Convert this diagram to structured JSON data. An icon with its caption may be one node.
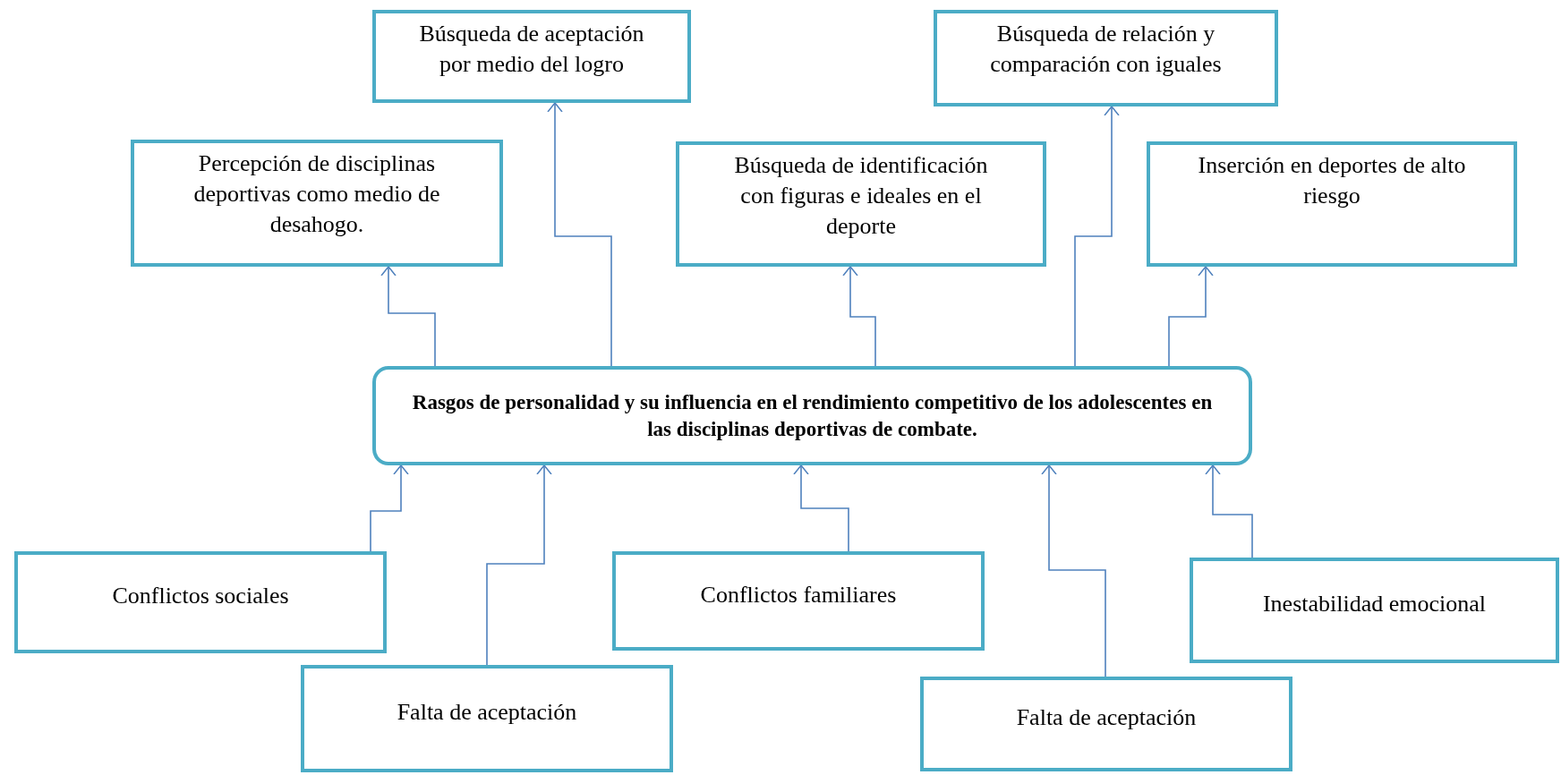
{
  "diagram": {
    "nodes": [
      {
        "text": [
          "Búsqueda de aceptación por medio del logro"
        ]
      },
      {
        "text": [
          "Búsqueda de relación y comparación con iguales"
        ]
      },
      {
        "text": [
          "Percepción de disciplinas deportivas como medio de desahogo."
        ]
      },
      {
        "text": [
          "Búsqueda de identificación con figuras e ideales en el deporte"
        ]
      },
      {
        "text": [
          "Inserción en deportes de alto riesgo"
        ]
      },
      {
        "text": [
          "Rasgos de personalidad y su influencia en el rendimiento competitivo de los adolescentes en las disciplinas deportivas de combate."
        ]
      },
      {
        "text": [
          "Conflictos sociales"
        ]
      },
      {
        "text": [
          "Conflictos familiares"
        ]
      },
      {
        "text": [
          "Inestabilidad emocional"
        ]
      },
      {
        "text": [
          "Falta de aceptación"
        ]
      },
      {
        "text": [
          "Falta de aceptación"
        ]
      }
    ],
    "edges": [
      {
        "from": 5,
        "to": 2,
        "arrow": "to"
      },
      {
        "from": 5,
        "to": 0,
        "arrow": "to"
      },
      {
        "from": 5,
        "to": 3,
        "arrow": "to"
      },
      {
        "from": 5,
        "to": 1,
        "arrow": "to"
      },
      {
        "from": 5,
        "to": 4,
        "arrow": "to"
      },
      {
        "from": 6,
        "to": 5,
        "arrow": "to"
      },
      {
        "from": 9,
        "to": 5,
        "arrow": "to"
      },
      {
        "from": 7,
        "to": 5,
        "arrow": "to"
      },
      {
        "from": 10,
        "to": 5,
        "arrow": "to"
      },
      {
        "from": 8,
        "to": 5,
        "arrow": "to"
      }
    ]
  }
}
